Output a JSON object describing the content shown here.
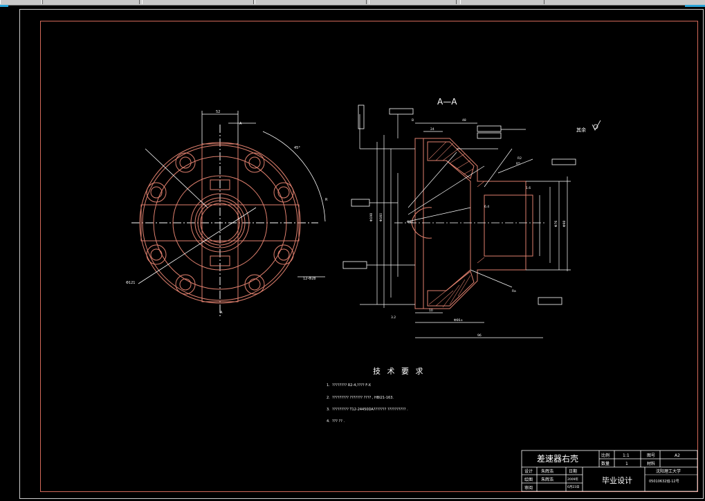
{
  "window": {
    "tabs_count": 6
  },
  "drawing": {
    "section_label": "A—A",
    "roughness_note": "其余",
    "tech_req": {
      "title": "技 术 要 求",
      "items": [
        {
          "num": "1.",
          "text": "????????     R2-4,????      F-X"
        },
        {
          "num": "2.",
          "text": "?????????  ???????  ????        ,            HBI21-163."
        },
        {
          "num": "3.",
          "text": "?????????         T12-24450DA???????  ??????????                 ."
        },
        {
          "num": "4.",
          "text": "??? ??      ."
        }
      ]
    }
  },
  "title_block": {
    "part_name": "差速器右壳",
    "scale_label": "比例",
    "scale_value": "1:1",
    "drawing_no_label": "图号",
    "drawing_no_value": "A2",
    "qty_label": "数量",
    "qty_value": "1",
    "material_label": "材料",
    "design_label": "设计",
    "design_name": "朱辉浩",
    "draw_label": "绘图",
    "draw_name": "朱辉浩",
    "date_label": "日期",
    "date_value": "2009年",
    "review_label": "审阅",
    "project": "毕业设计",
    "school": "沈阳理工大学",
    "class_info": "05010632班-12号",
    "date_sub": "6月23日"
  },
  "colors": {
    "drawing_red": "#e0806e",
    "dim_white": "#ffffff",
    "frame_red": "#d46a5a",
    "background": "#000000"
  }
}
